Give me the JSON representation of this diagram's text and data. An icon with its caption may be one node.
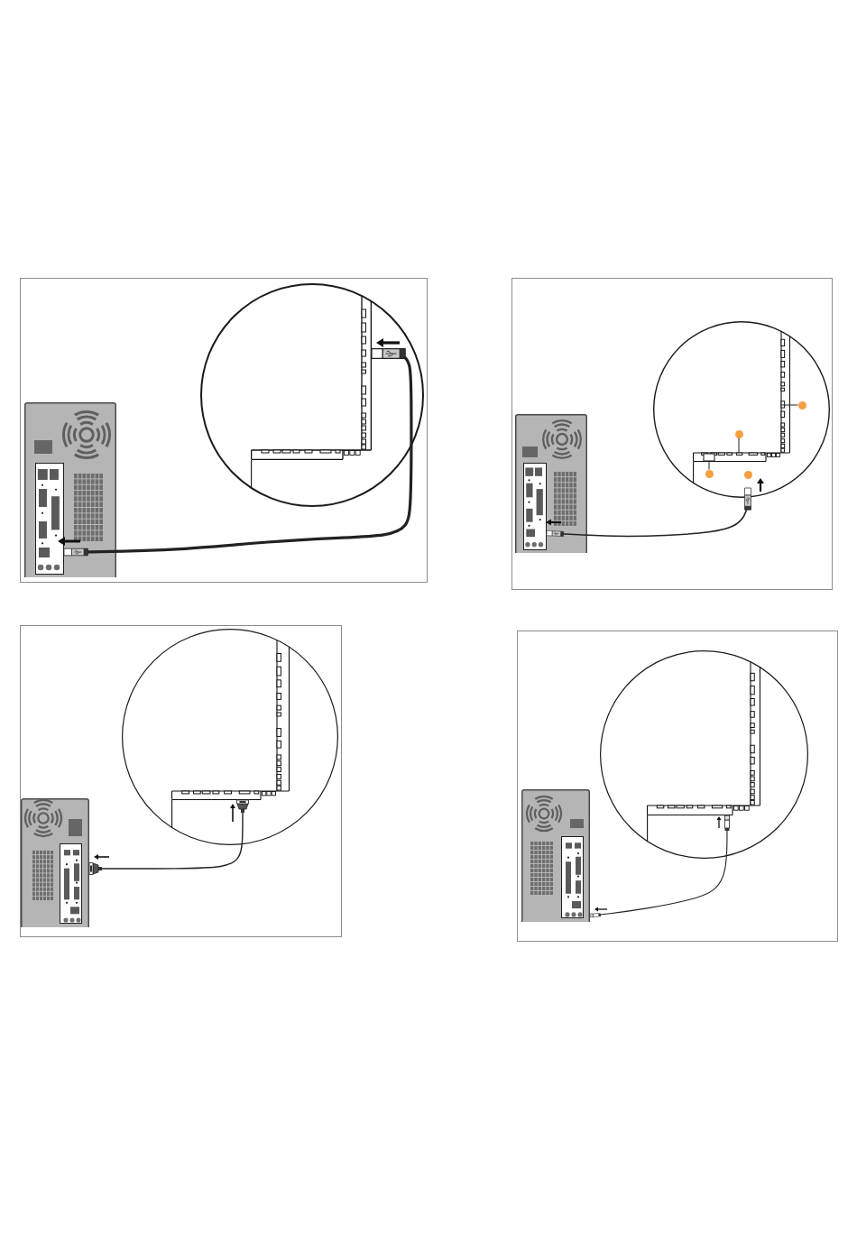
{
  "diagram": {
    "nodes": [
      {
        "text": [],
        "shape": "box"
      },
      {
        "text": [],
        "shape": "circle",
        "in": 0
      },
      {
        "text": [],
        "shape": "picture",
        "in": 1
      },
      {
        "text": [],
        "shape": "picture",
        "in": 0
      },
      {
        "text": [],
        "shape": "box",
        "in": 3
      },
      {
        "text": [],
        "shape": "box"
      },
      {
        "text": [],
        "shape": "circle",
        "in": 5
      },
      {
        "text": [],
        "shape": "picture",
        "in": 6
      },
      {
        "text": [],
        "shape": "circle",
        "in": 6
      },
      {
        "text": [],
        "shape": "circle",
        "in": 7
      },
      {
        "text": [],
        "shape": "circle",
        "in": 6
      },
      {
        "text": [],
        "shape": "circle",
        "in": 6
      },
      {
        "text": [],
        "shape": "picture",
        "in": 5
      },
      {
        "text": [],
        "shape": "box",
        "in": 12
      },
      {
        "text": [],
        "shape": "box"
      },
      {
        "text": [],
        "shape": "circle",
        "in": 14
      },
      {
        "text": [],
        "shape": "picture",
        "in": 15
      },
      {
        "text": [],
        "shape": "picture",
        "in": 14
      },
      {
        "text": [],
        "shape": "box",
        "in": 17
      },
      {
        "text": [],
        "shape": "box"
      },
      {
        "text": [],
        "shape": "circle",
        "in": 19
      },
      {
        "text": [],
        "shape": "picture",
        "in": 20
      },
      {
        "text": [],
        "shape": "picture",
        "in": 19
      },
      {
        "text": [],
        "shape": "box",
        "in": 22
      }
    ],
    "edges": [
      {
        "from": 4,
        "to": 2,
        "arrow": "other",
        "style": "thick"
      },
      {
        "from": 13,
        "to": 6,
        "arrow": "other"
      },
      {
        "from": 8,
        "to": 7,
        "arrow": "none"
      },
      {
        "from": 9,
        "to": 7,
        "arrow": "none"
      },
      {
        "from": 10,
        "to": 7,
        "arrow": "none"
      },
      {
        "from": 17,
        "to": 16,
        "arrow": "other"
      },
      {
        "from": 22,
        "to": 21,
        "arrow": "other"
      }
    ]
  }
}
